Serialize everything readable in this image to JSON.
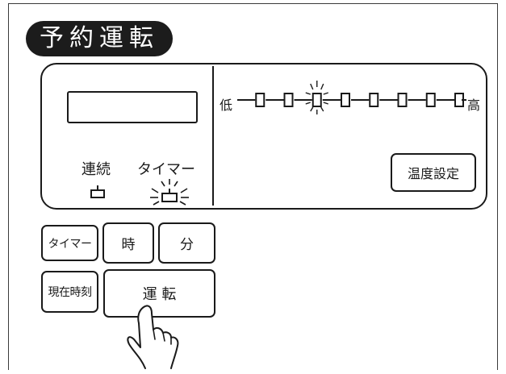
{
  "title": "予約運転",
  "left_panel": {
    "label_continuous": "連続",
    "label_timer": "タイマー"
  },
  "temperature_scale": {
    "low_label": "低",
    "high_label": "高",
    "total_steps": 8,
    "active_step": 3
  },
  "temp_setting_button": "温度設定",
  "buttons": {
    "timer": "タイマー",
    "hour": "時",
    "minute": "分",
    "current_time": "現在時刻",
    "run": "運 転"
  }
}
